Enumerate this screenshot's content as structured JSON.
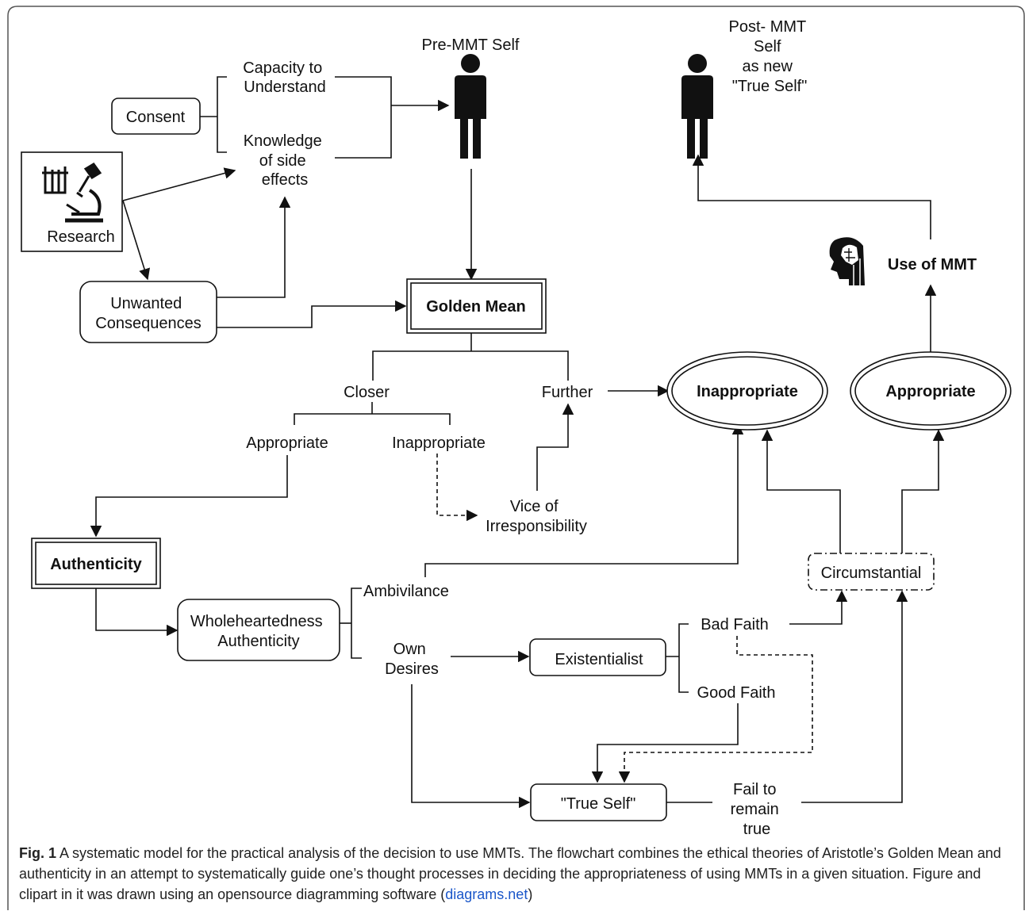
{
  "nodes": {
    "pre_mmt_self": "Pre-MMT Self",
    "post_mmt_self": [
      "Post- MMT",
      "Self",
      "as new",
      "\"True Self\""
    ],
    "consent": "Consent",
    "capacity": [
      "Capacity to",
      "Understand"
    ],
    "knowledge": [
      "Knowledge",
      "of side",
      "effects"
    ],
    "research": "Research",
    "unwanted": [
      "Unwanted",
      "Consequences"
    ],
    "golden_mean": "Golden Mean",
    "use_of_mmt": "Use of MMT",
    "closer": "Closer",
    "further": "Further",
    "inappropriate_main": "Inappropriate",
    "appropriate_main": "Appropriate",
    "appropriate_branch": "Appropriate",
    "inappropriate_branch": "Inappropriate",
    "vice": [
      "Vice of",
      "Irresponsibility"
    ],
    "authenticity": "Authenticity",
    "wholeheartedness": [
      "Wholeheartedness",
      "Authenticity"
    ],
    "ambivilance": "Ambivilance",
    "own_desires": [
      "Own",
      "Desires"
    ],
    "existentialist": "Existentialist",
    "bad_faith": "Bad Faith",
    "good_faith": "Good Faith",
    "circumstantial": "Circumstantial",
    "true_self": "\"True Self\"",
    "fail": [
      "Fail to",
      "remain",
      "true"
    ]
  },
  "icons": {
    "person": "person-icon",
    "research": "microscope-icon",
    "brain": "brain-head-icon"
  },
  "caption": {
    "fig_label": "Fig. 1",
    "text": " A systematic model for the practical analysis of the decision to use MMTs. The flowchart combines the ethical theories of Aristotle’s Golden Mean and authenticity in an attempt to systematically guide one’s thought processes in deciding the appropriateness of using MMTs in a given situation. Figure and clipart in it was drawn using an opensource diagramming software (",
    "link": "diagrams.net",
    "end": ")"
  },
  "colors": {
    "line": "#111111",
    "link": "#1a56c9",
    "frame": "#555555"
  }
}
